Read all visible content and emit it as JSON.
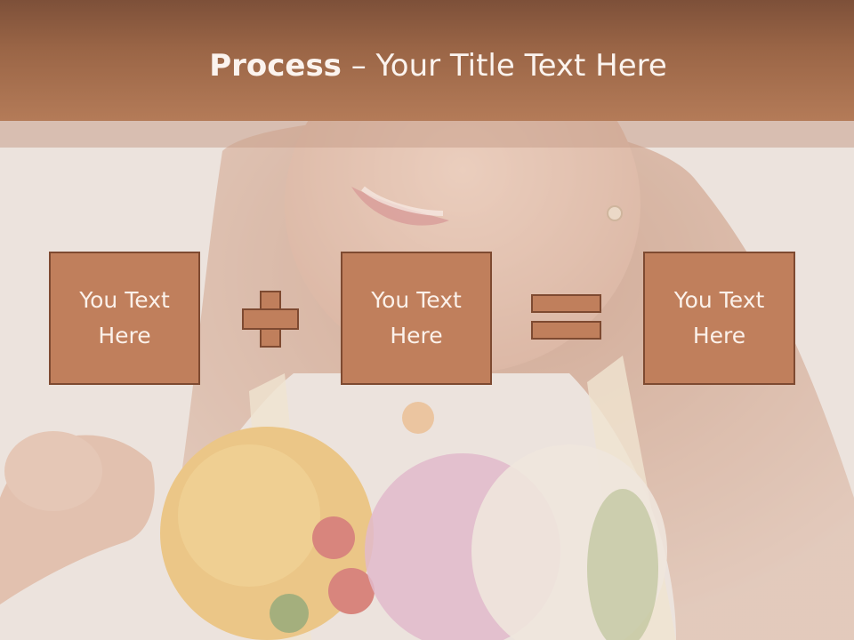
{
  "slide": {
    "title_bold": "Process",
    "title_rest": " – Your Title Text Here"
  },
  "process": {
    "boxes": [
      {
        "text": "You Text Here"
      },
      {
        "text": "You Text Here"
      },
      {
        "text": "You Text Here"
      }
    ],
    "operators": [
      "plus-icon",
      "equals-icon"
    ]
  },
  "colors": {
    "title_band": "#9a6546",
    "box_fill": "#c07f5c",
    "box_border": "#7e4a31",
    "text_light": "#fbf1ea"
  }
}
